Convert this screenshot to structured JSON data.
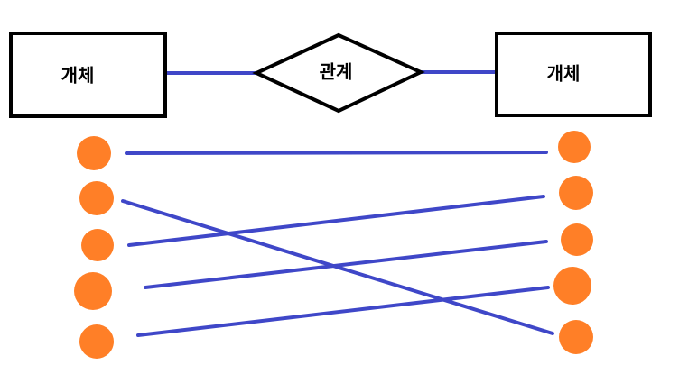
{
  "entities": {
    "left": {
      "label": "개체"
    },
    "right": {
      "label": "개체"
    }
  },
  "relationship": {
    "label": "관계"
  },
  "colors": {
    "line": "#3f47c8",
    "dot": "#ff7f27",
    "outline": "#000000",
    "background": "#ffffff"
  },
  "mapping": {
    "left_count": 5,
    "right_count": 5,
    "pairs": [
      {
        "from": 1,
        "to": 1
      },
      {
        "from": 2,
        "to": 5
      },
      {
        "from": 3,
        "to": 2
      },
      {
        "from": 4,
        "to": 3
      },
      {
        "from": 5,
        "to": 4
      }
    ]
  }
}
